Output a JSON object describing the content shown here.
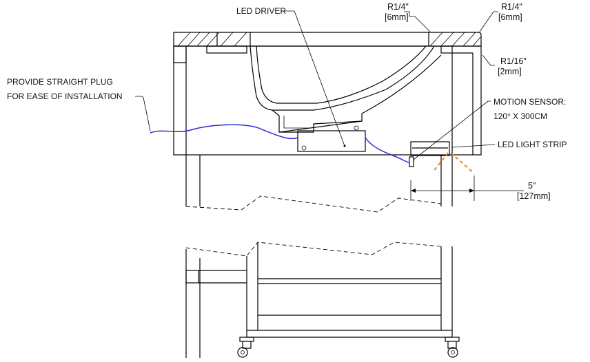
{
  "labels": {
    "led_driver": "LED DRIVER",
    "plug_line1": "PROVIDE STRAIGHT PLUG",
    "plug_line2": "FOR EASE OF INSTALLATION",
    "motion_line1": "MOTION SENSOR:",
    "motion_line2": "120° X 300CM",
    "led_strip": "LED LIGHT STRIP"
  },
  "dimensions": {
    "r_left_in": "R1/4\"",
    "r_left_mm": "6mm",
    "r_right_in": "R1/4\"",
    "r_right_mm": "6mm",
    "r_small_in": "R1/16\"",
    "r_small_mm": "2mm",
    "width_in": "5\"",
    "width_mm": "127mm"
  },
  "colors": {
    "wire": "#2b2bd6",
    "sensor_beam": "#e08a1e",
    "line": "#000000"
  }
}
